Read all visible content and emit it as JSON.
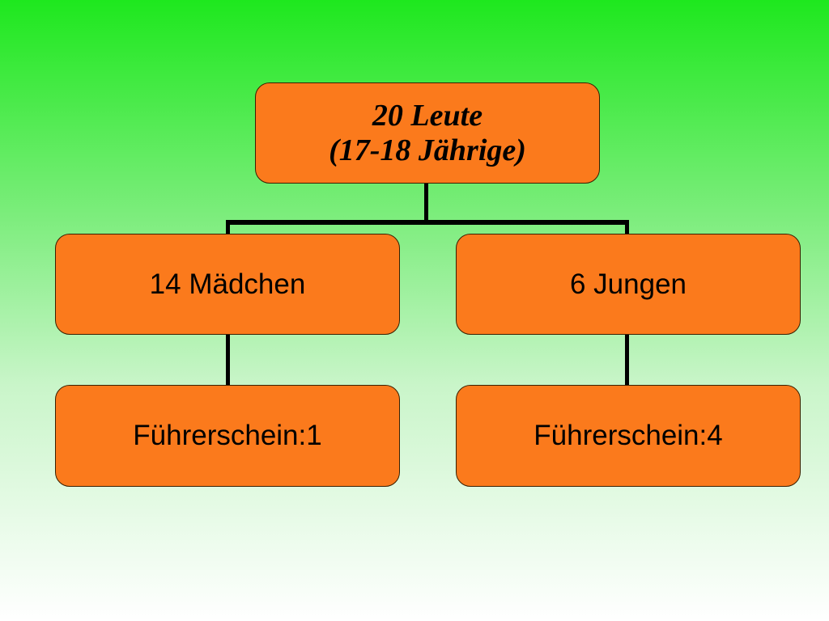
{
  "slide": {
    "background_top_color": "#1ee81e",
    "background_bottom_color": "#ffffff",
    "node_fill_color": "#fb7a1c",
    "connector_color": "#000000"
  },
  "org_chart": {
    "root": {
      "line1": "20 Leute",
      "line2": "(17-18 Jährige)"
    },
    "children": [
      {
        "label": "14 Mädchen",
        "sub": "Führerschein:1"
      },
      {
        "label": "6 Jungen",
        "sub": "Führerschein:4"
      }
    ]
  }
}
